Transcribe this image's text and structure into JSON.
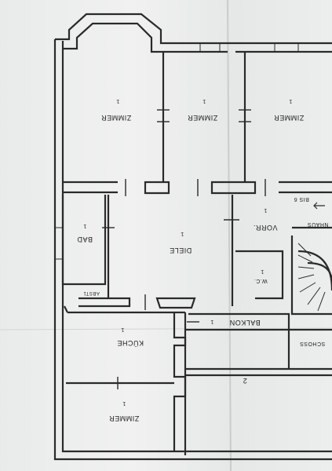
{
  "plan": {
    "labels": {
      "zimmer_1": "ZIMMER",
      "zimmer_2": "ZIMMER",
      "zimmer_3": "ZIMMER",
      "diele": "DIELE",
      "bad": "BAD",
      "vorr": "VORR.",
      "wc": "W.C.",
      "kueche": "KÜCHE",
      "balkon": "BALKON",
      "zimmer_4": "ZIMMER",
      "abst": "ABST",
      "one": "1",
      "bis6": "BIS 6",
      "haus": "NHAUS",
      "schoss": "SCHOSS",
      "two": "2"
    },
    "colors": {
      "wall": "#2a2a2a",
      "paper": "#eceeee",
      "fold": "#c9cccc"
    }
  }
}
